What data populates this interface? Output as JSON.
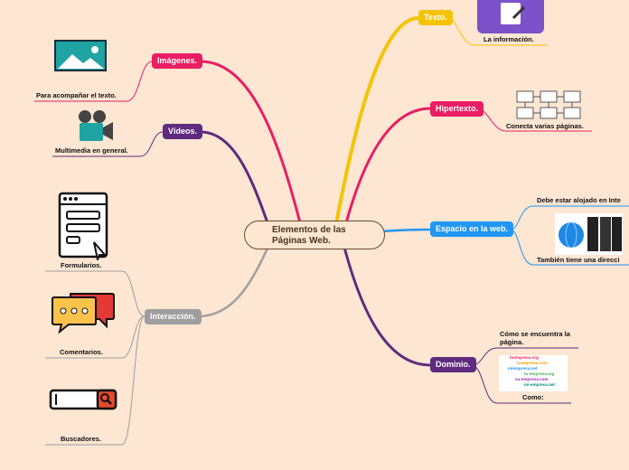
{
  "center": {
    "line1": "Elementos de las",
    "line2": "Páginas Web."
  },
  "branches": {
    "texto": {
      "label": "Texto.",
      "color": "#f5c400",
      "note": "La información."
    },
    "hipertexto": {
      "label": "Hipertexto.",
      "color": "#e91e63",
      "note": "Conecta varias páginas."
    },
    "espacio": {
      "label": "Espacio en la web.",
      "color": "#2196f3",
      "note1": "Debe estar alojado en Inte",
      "note2": "También tiene una direcci"
    },
    "dominio": {
      "label": "Dominio.",
      "color": "#5e2b7e",
      "note1a": "Cómo se encuentra la",
      "note1b": "página.",
      "note2": "Como:",
      "domains": [
        "tuempresa.org",
        "tuempresa.com",
        "miempresa.net",
        "tu-empresa.org",
        "su-empresa.com",
        "mi-empresa.net"
      ]
    },
    "imagenes": {
      "label": "Imágenes.",
      "color": "#e91e63",
      "note": "Para acompañar el texto."
    },
    "videos": {
      "label": "Vídeos.",
      "color": "#5e2b7e",
      "note": "Multimedia en general."
    },
    "interaccion": {
      "label": "Interacción.",
      "color": "#9e9e9e",
      "notes": [
        "Formularios.",
        "Comentarios.",
        "Buscadores."
      ]
    }
  }
}
